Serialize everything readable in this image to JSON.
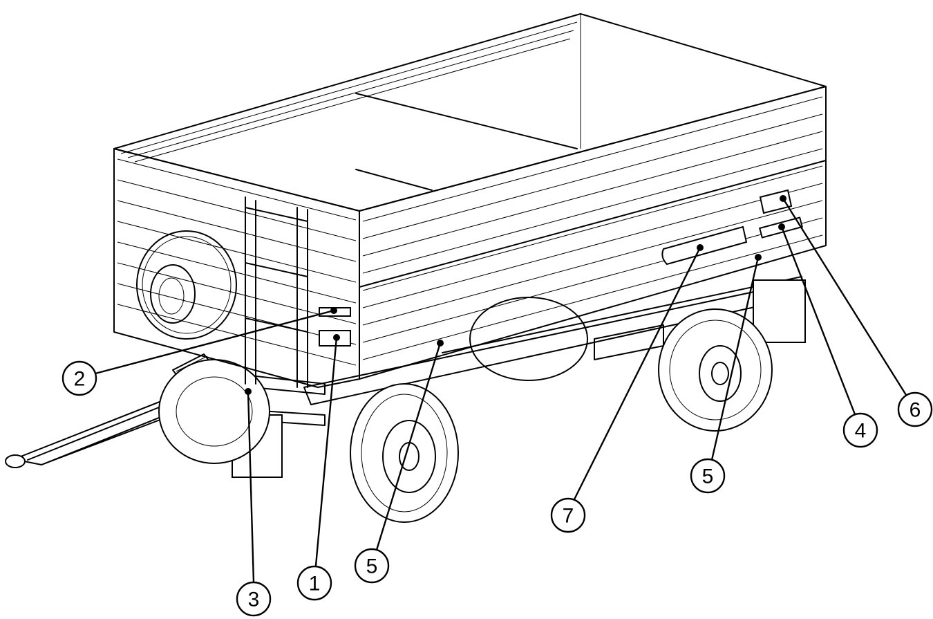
{
  "callouts": [
    {
      "id": "c1",
      "label": "1"
    },
    {
      "id": "c2",
      "label": "2"
    },
    {
      "id": "c3",
      "label": "3"
    },
    {
      "id": "c4",
      "label": "4"
    },
    {
      "id": "c5a",
      "label": "5"
    },
    {
      "id": "c5b",
      "label": "5"
    },
    {
      "id": "c6",
      "label": "6"
    },
    {
      "id": "c7",
      "label": "7"
    }
  ],
  "colors": {
    "line": "#000000",
    "background": "#ffffff"
  }
}
